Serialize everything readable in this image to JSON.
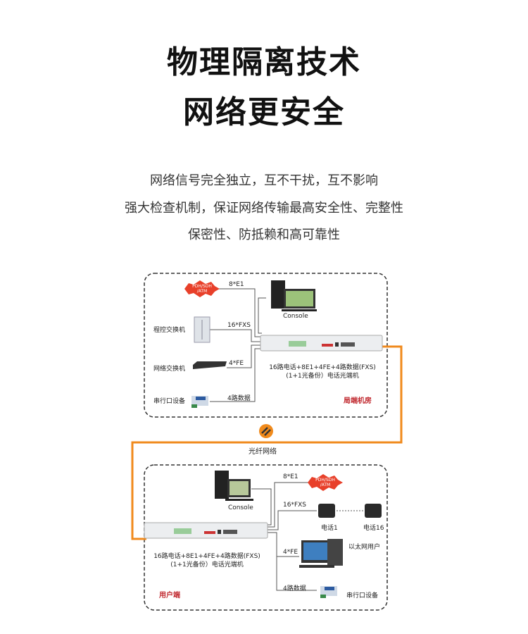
{
  "heading": {
    "line1": "物理隔离技术",
    "line2": "网络更安全"
  },
  "description": [
    "网络信号完全独立，互不干扰，互不影响",
    "强大检查机制，保证网络传输最高安全性、完整性",
    "保密性、防抵赖和高可靠性"
  ],
  "colors": {
    "fiber": "#f08a1c",
    "site_label": "#c0282e",
    "burst": "#e8402a"
  },
  "diagram": {
    "central_office": {
      "site_label": "局端机房",
      "pdh_label": "PDH/SDH\n/ATM",
      "console": "Console",
      "devices": {
        "switchboard": "程控交换机",
        "network_switch": "网络交换机",
        "serial_device": "串行口设备"
      },
      "links": {
        "e1": "8*E1",
        "fxs": "16*FXS",
        "fe": "4*FE",
        "data": "4路数据"
      },
      "transceiver_caption": [
        "16路电话+8E1+4FE+4路数据(FXS)",
        "(1+1光备份）电话光端机"
      ]
    },
    "fiber_label": "光纤网络",
    "user_side": {
      "site_label": "用户端",
      "pdh_label": "PDH/SDH\n/ATM",
      "console": "Console",
      "links": {
        "e1": "8*E1",
        "fxs": "16*FXS",
        "fe": "4*FE",
        "data": "4路数据"
      },
      "phone1": "电话1",
      "phone16": "电话16",
      "ethernet_user": "以太网用户",
      "serial_device": "串行口设备",
      "transceiver_caption": [
        "16路电话+8E1+4FE+4路数据(FXS)",
        "(1+1光备份）电话光端机"
      ]
    }
  }
}
